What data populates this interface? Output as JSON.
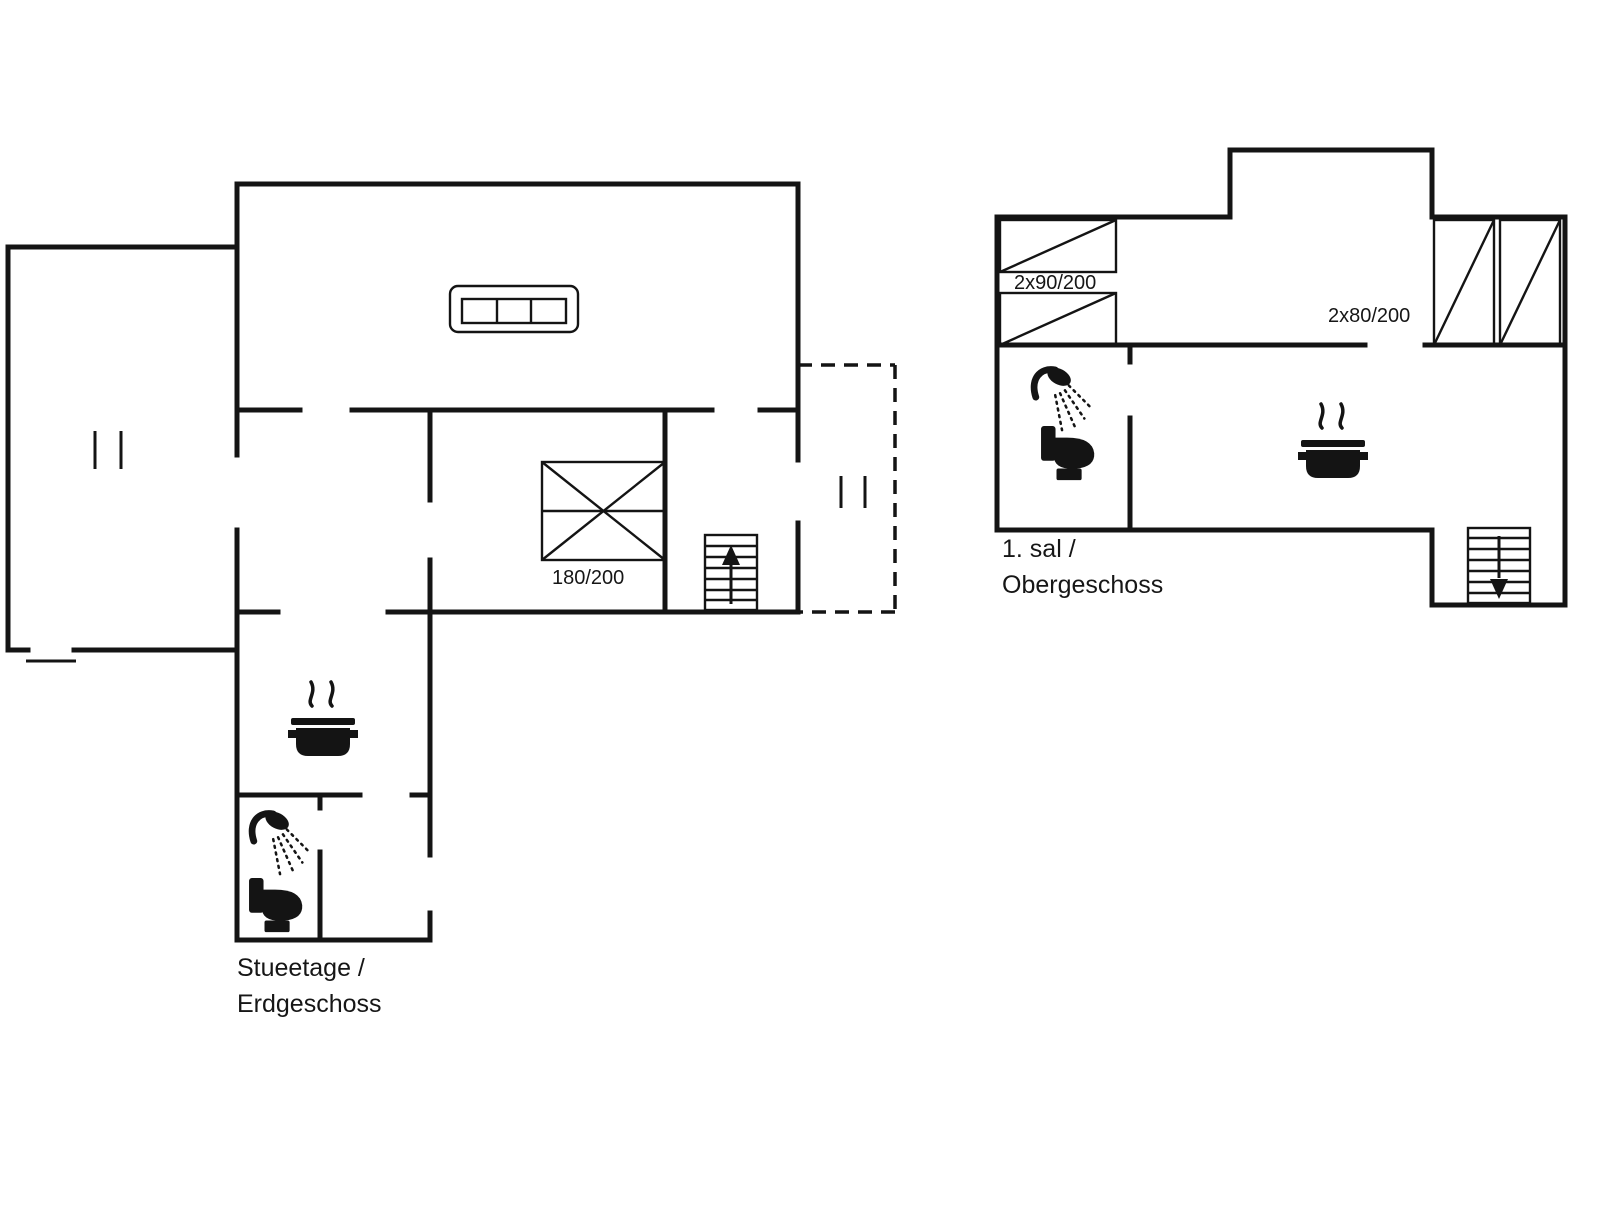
{
  "diagram": {
    "type": "floor-plan",
    "background_color": "#ffffff",
    "line_color": "#141414"
  },
  "ground_floor": {
    "title_line1": "Stueetage /",
    "title_line2": "Erdgeschoss",
    "double_bed_label": "180/200"
  },
  "upper_floor": {
    "title_line1": "1. sal /",
    "title_line2": "Obergeschoss",
    "single_beds_label": "2x90/200",
    "double_beds_label": "2x80/200"
  },
  "icons": {
    "sofa": "sofa-icon",
    "bed": "bed-icon",
    "stairs_up": "stairs-up-icon",
    "stairs_down": "stairs-down-icon",
    "cooking_pot": "cooking-pot-icon",
    "shower": "shower-icon",
    "toilet": "toilet-icon",
    "window": "window-symbol"
  }
}
